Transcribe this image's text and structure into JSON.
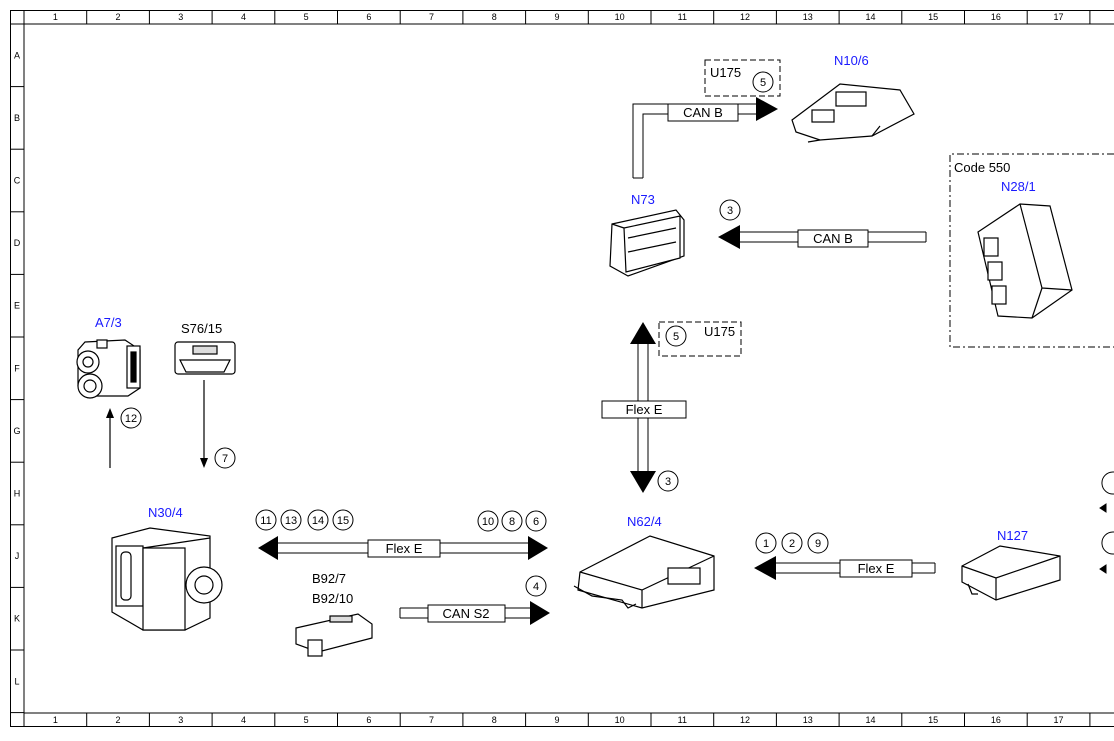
{
  "columns": [
    "1",
    "2",
    "3",
    "4",
    "5",
    "6",
    "7",
    "8",
    "9",
    "10",
    "11",
    "12",
    "13",
    "14",
    "15",
    "16",
    "17"
  ],
  "rows": [
    "A",
    "B",
    "C",
    "D",
    "E",
    "F",
    "G",
    "H",
    "J",
    "K",
    "L"
  ],
  "components": {
    "a7_3": "A7/3",
    "s76_15": "S76/15",
    "n30_4": "N30/4",
    "b92_7": "B92/7",
    "b92_10": "B92/10",
    "n62_4": "N62/4",
    "n127": "N127",
    "n73": "N73",
    "n10_6": "N10/6",
    "n28_1": "N28/1"
  },
  "boxes": {
    "u175_top": "U175",
    "u175_mid": "U175",
    "code550": "Code 550"
  },
  "buses": {
    "can_b_top": "CAN B",
    "can_b_mid": "CAN B",
    "flex_e_vertical": "Flex E",
    "flex_e_main": "Flex E",
    "flex_e_right": "Flex E",
    "can_s2": "CAN S2"
  },
  "callouts": {
    "c_12": "12",
    "c_7": "7",
    "c_11": "11",
    "c_13": "13",
    "c_14": "14",
    "c_15": "15",
    "c_10": "10",
    "c_8": "8",
    "c_6": "6",
    "c_4": "4",
    "c_3_lower": "3",
    "c_5_mid": "5",
    "c_3_upper": "3",
    "c_5_top": "5",
    "c_1": "1",
    "c_2": "2",
    "c_9": "9"
  }
}
